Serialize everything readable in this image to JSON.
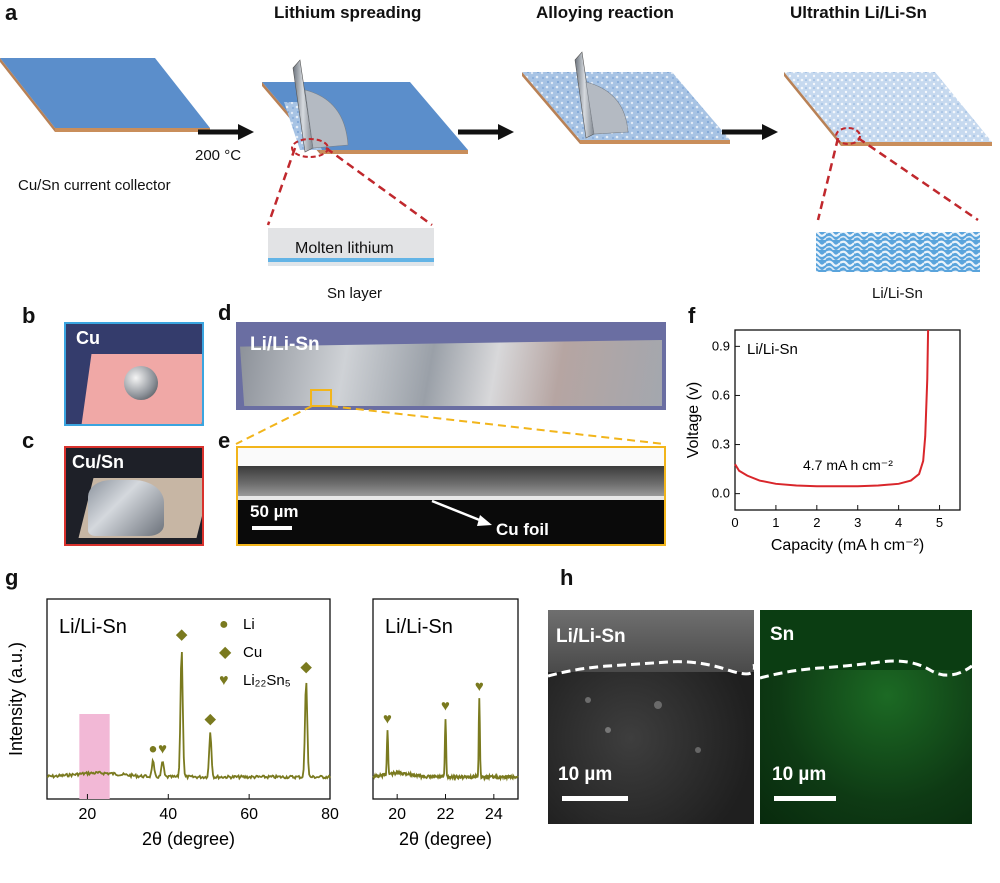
{
  "panel_letters": {
    "a": "a",
    "b": "b",
    "c": "c",
    "d": "d",
    "e": "e",
    "f": "f",
    "g": "g",
    "h": "h"
  },
  "panel_a": {
    "step_titles": [
      "Lithium spreading",
      "Alloying reaction",
      "Ultrathin Li/Li-Sn"
    ],
    "collector_label": "Cu/Sn current collector",
    "temperature_label": "200 °C",
    "molten_label": "Molten lithium",
    "sn_layer_label": "Sn layer",
    "result_label": "Li/Li-Sn",
    "colors": {
      "sheet": "#5b8ecb",
      "arrow": "#111111",
      "zoom_dash": "#c0282d"
    }
  },
  "panel_b": {
    "label": "Cu",
    "border": "#3aa5e0"
  },
  "panel_c": {
    "label": "Cu/Sn",
    "border": "#d9322d"
  },
  "panel_d": {
    "label": "Li/Li-Sn",
    "zoom_box": "#f2b51b"
  },
  "panel_e": {
    "scale_label": "50 µm",
    "cu_foil_label": "Cu foil",
    "border": "#f2b51b"
  },
  "panel_f": {
    "chart_data": {
      "type": "line",
      "title": "",
      "legend": "Li/Li-Sn",
      "annotation": "4.7 mA h cm⁻²",
      "xlabel": "Capacity (mA h cm⁻²)",
      "ylabel": "Voltage (v)",
      "xlim": [
        0,
        5.5
      ],
      "ylim": [
        -0.1,
        1.0
      ],
      "xticks": [
        "0",
        "1",
        "2",
        "3",
        "4",
        "5"
      ],
      "yticks": [
        "0.0",
        "0.3",
        "0.6",
        "0.9"
      ],
      "series": [
        {
          "color": "#d9262b",
          "x": [
            0,
            0.1,
            0.3,
            0.6,
            1.0,
            1.5,
            2.0,
            2.5,
            3.0,
            3.5,
            4.0,
            4.3,
            4.5,
            4.6,
            4.65,
            4.7,
            4.72
          ],
          "y": [
            0.18,
            0.14,
            0.11,
            0.08,
            0.06,
            0.05,
            0.045,
            0.045,
            0.045,
            0.05,
            0.06,
            0.08,
            0.12,
            0.2,
            0.35,
            0.7,
            1.0
          ]
        }
      ]
    }
  },
  "panel_g": {
    "chart_data": [
      {
        "type": "line",
        "legend_title": "Li/Li-Sn",
        "legend_entries": [
          {
            "marker": "●",
            "name": "Li"
          },
          {
            "marker": "◆",
            "name": "Cu"
          },
          {
            "marker": "♥",
            "name": "Li₂₂Sn₅"
          }
        ],
        "xlabel": "2θ (degree)",
        "ylabel": "Intensity (a.u.)",
        "xlim": [
          10,
          80
        ],
        "xticks": [
          "20",
          "40",
          "60",
          "80"
        ],
        "highlight_range": [
          18,
          25.5
        ],
        "peaks": [
          {
            "x": 36.2,
            "h": 0.12,
            "marker": "●"
          },
          {
            "x": 38.6,
            "h": 0.12,
            "marker": "♥"
          },
          {
            "x": 43.3,
            "h": 1.0,
            "marker": "◆"
          },
          {
            "x": 50.4,
            "h": 0.35,
            "marker": "◆"
          },
          {
            "x": 74.1,
            "h": 0.75,
            "marker": "◆"
          }
        ],
        "color": "#7a7a1f"
      },
      {
        "type": "line",
        "legend_title": "Li/Li-Sn",
        "xlabel": "2θ (degree)",
        "xlim": [
          19,
          25
        ],
        "xticks": [
          "20",
          "22",
          "24"
        ],
        "peaks": [
          {
            "x": 19.6,
            "h": 0.35,
            "marker": "♥"
          },
          {
            "x": 22.0,
            "h": 0.45,
            "marker": "♥"
          },
          {
            "x": 23.4,
            "h": 0.6,
            "marker": "♥"
          }
        ],
        "color": "#7a7a1f"
      }
    ]
  },
  "panel_h": {
    "left_label": "Li/Li-Sn",
    "right_label": "Sn",
    "scale_left": "10 µm",
    "scale_right": "10 µm"
  }
}
